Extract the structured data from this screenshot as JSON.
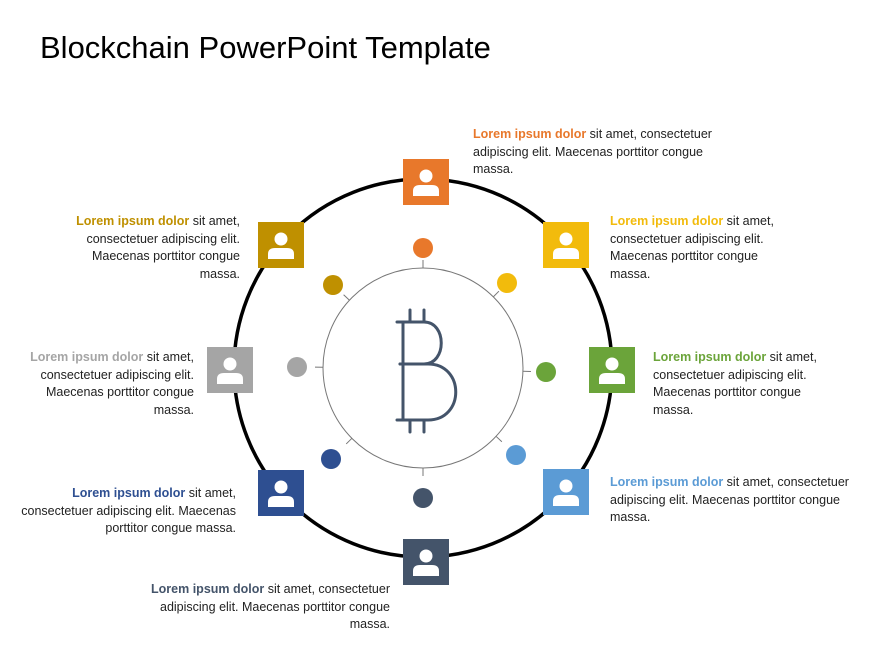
{
  "title": "Blockchain PowerPoint Template",
  "center_icon": "bitcoin-icon",
  "node_icon": "user-icon",
  "nodes": [
    {
      "id": "top",
      "color": "#E8782B",
      "highlight": "Lorem ipsum dolor",
      "text": " sit amet, consectetuer adipiscing elit. Maecenas porttitor congue massa."
    },
    {
      "id": "top-right",
      "color": "#F2BB0C",
      "highlight": "Lorem ipsum dolor",
      "text": " sit amet, consectetuer adipiscing elit. Maecenas porttitor congue massa."
    },
    {
      "id": "right",
      "color": "#6BA43A",
      "highlight": "Lorem ipsum dolor",
      "text": " sit amet, consectetuer adipiscing elit. Maecenas porttitor congue massa."
    },
    {
      "id": "bottom-right",
      "color": "#5B9BD5",
      "highlight": "Lorem ipsum dolor",
      "text": " sit amet, consectetuer adipiscing elit. Maecenas porttitor congue massa."
    },
    {
      "id": "bottom",
      "color": "#44546A",
      "highlight": "Lorem ipsum dolor",
      "text": " sit amet, consectetuer adipiscing elit. Maecenas porttitor congue massa."
    },
    {
      "id": "bottom-left",
      "color": "#2E4F91",
      "highlight": "Lorem ipsum dolor",
      "text": " sit amet, consectetuer adipiscing elit. Maecenas porttitor congue massa."
    },
    {
      "id": "left",
      "color": "#A5A5A5",
      "highlight": "Lorem ipsum dolor",
      "text": " sit amet, consectetuer adipiscing elit. Maecenas porttitor congue massa."
    },
    {
      "id": "top-left",
      "color": "#BF9000",
      "highlight": "Lorem ipsum dolor",
      "text": " sit amet, consectetuer adipiscing elit. Maecenas porttitor congue massa."
    }
  ]
}
